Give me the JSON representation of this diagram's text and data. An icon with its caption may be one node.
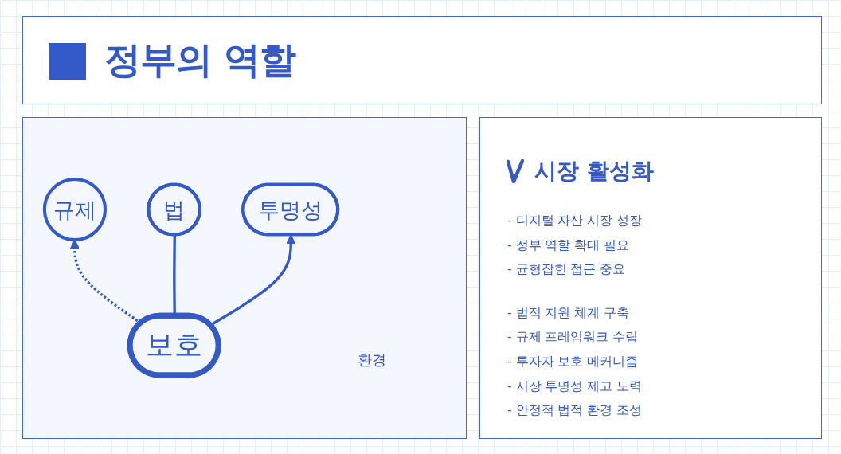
{
  "diagram": {
    "title": "정부의 역할",
    "nodes": [
      {
        "text": [
          "규제"
        ]
      },
      {
        "text": [
          "법"
        ]
      },
      {
        "text": [
          "보호"
        ]
      },
      {
        "text": [
          "투명성"
        ]
      }
    ],
    "edges": [
      {
        "from": 2,
        "to": 0,
        "arrow": "to",
        "style": "dashed"
      },
      {
        "from": 2,
        "to": 1,
        "arrow": "none"
      },
      {
        "from": 2,
        "to": 3,
        "arrow": "to"
      }
    ],
    "labels": [
      "환경",
      "시장 활성화",
      "- 디지털 자산 시장 성장",
      "- 정부 역할 확대 필요",
      "- 균형잡힌 접근 중요",
      "- 법적 지원 체계 구축",
      "- 규제 프레임워크 수립",
      "- 투자자 보호 메커니즘",
      "- 시장 투명성 제고 노력",
      "- 안정적 법적 환경 조성"
    ]
  }
}
